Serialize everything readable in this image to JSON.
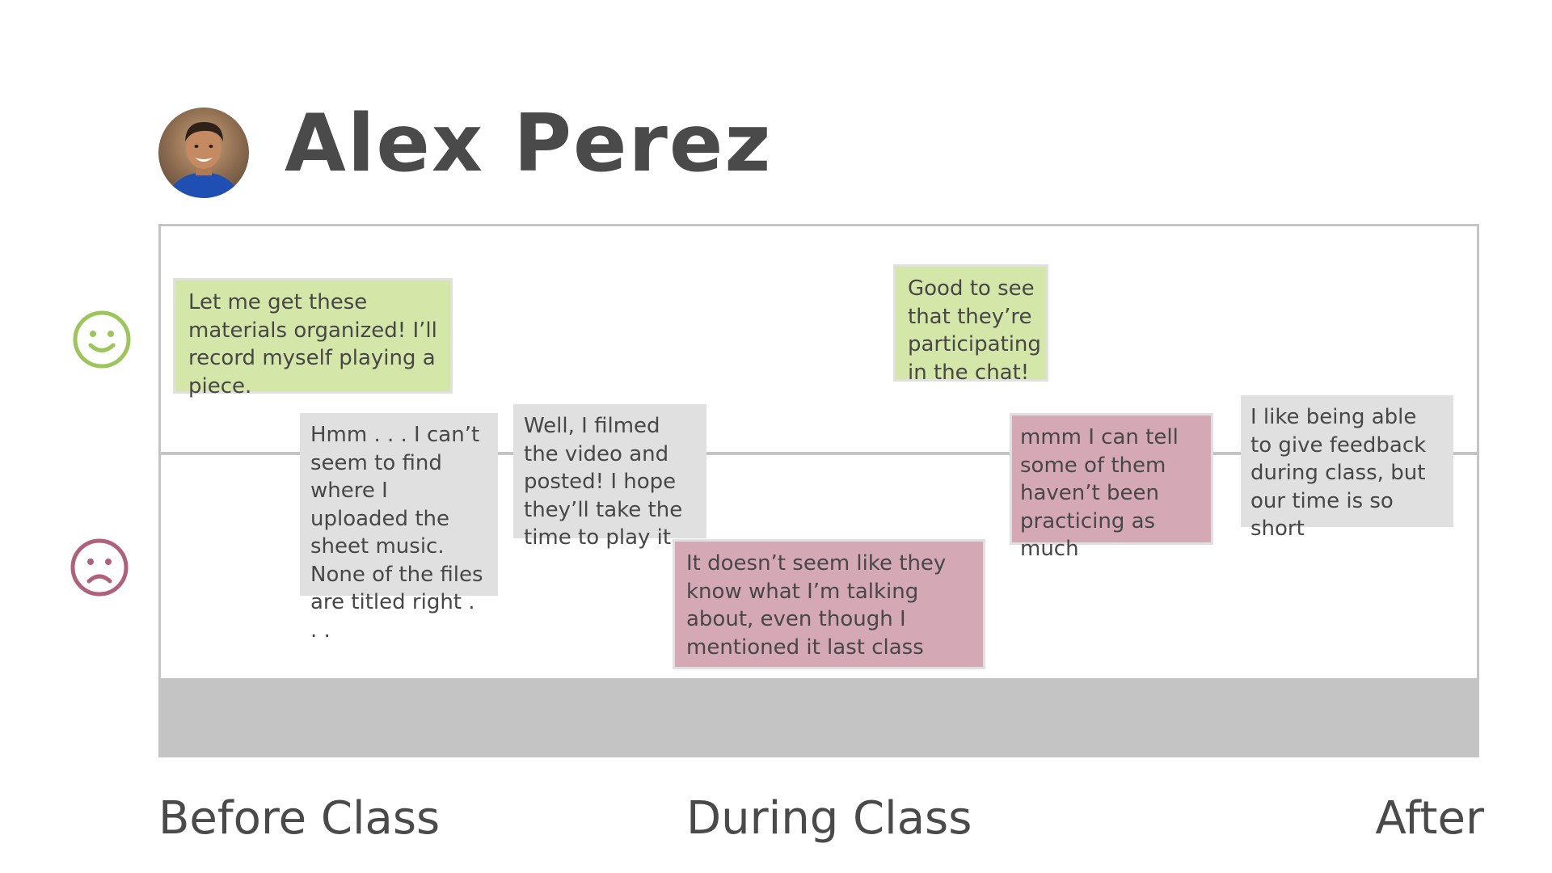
{
  "persona": {
    "name": "Alex Perez"
  },
  "sentiment": {
    "positive_icon": "smiley-face-icon",
    "negative_icon": "frowning-face-icon",
    "positive_color": "#9cc55a",
    "negative_color": "#b0607a"
  },
  "colors": {
    "green_note": "#d4e6a8",
    "gray_note": "#e0e0e0",
    "pink_note": "#d5a8b6",
    "board_border": "#c4c4c4",
    "text": "#4a4a4a"
  },
  "notes": [
    {
      "text": "Let me get these materials organized! I’ll record myself playing a piece.",
      "sentiment": "positive"
    },
    {
      "text": "Hmm . . . I can’t seem to find where I uploaded the sheet music. None of the files are titled right . . .",
      "sentiment": "neutral"
    },
    {
      "text": "Well, I filmed the video and posted! I hope they’ll take the time to play it",
      "sentiment": "neutral"
    },
    {
      "text": "It doesn’t seem like they know what I’m talking about, even though I mentioned it last class",
      "sentiment": "negative"
    },
    {
      "text": "Good to see that they’re participating in the chat!",
      "sentiment": "positive"
    },
    {
      "text": "mmm I can tell some of them haven’t been practicing as much",
      "sentiment": "negative"
    },
    {
      "text": "I like being able to give feedback during class, but our time is so short",
      "sentiment": "neutral"
    }
  ],
  "phases": {
    "before": "Before Class",
    "during": "During Class",
    "after": "After"
  }
}
